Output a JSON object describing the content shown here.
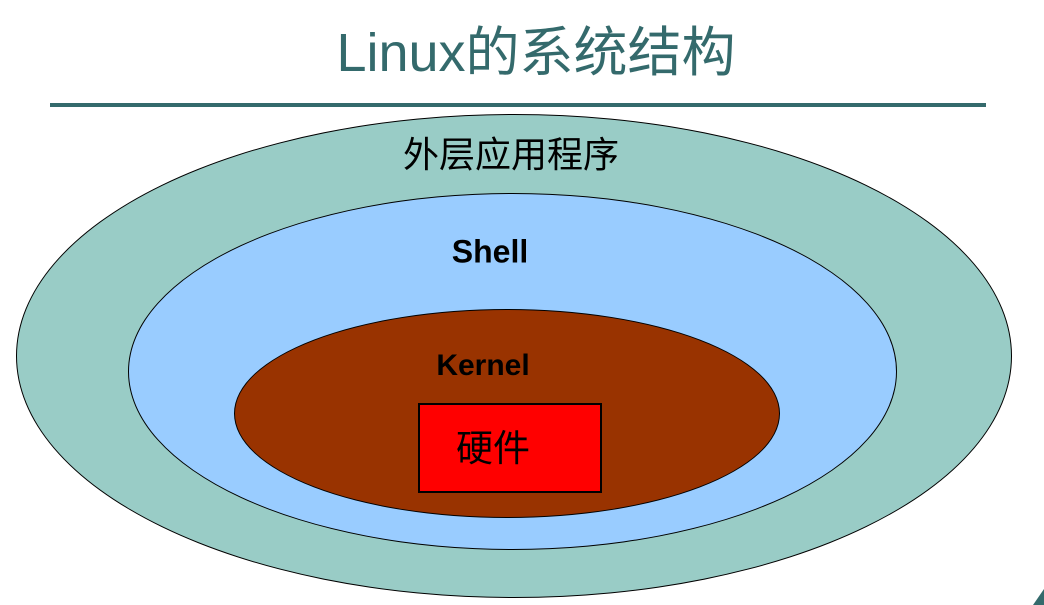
{
  "slide": {
    "title": {
      "latin": "Linux",
      "cjk": "的系统结构"
    },
    "title_color": "#346a6c",
    "rule_color": "#346a6c"
  },
  "diagram": {
    "outline_color": "#000000",
    "layers": [
      {
        "id": "applications",
        "label": "外层应用程序",
        "fill": "#99ccc6"
      },
      {
        "id": "shell",
        "label": "Shell",
        "fill": "#99ccff"
      },
      {
        "id": "kernel",
        "label": "Kernel",
        "fill": "#993300"
      },
      {
        "id": "hardware",
        "label": "硬件",
        "fill": "#ff0000"
      }
    ]
  },
  "decorations": {
    "corner_mark_color": "#346a6c"
  }
}
